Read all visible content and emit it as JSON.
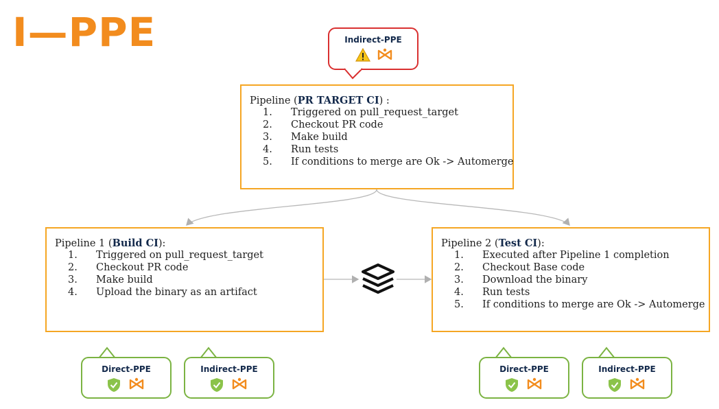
{
  "title": "I—PPE",
  "top_pipeline": {
    "head_prefix": "Pipeline (",
    "head_bold": "PR TARGET CI",
    "head_suffix": ")  :",
    "items": [
      {
        "num": "1.",
        "text": "Triggered on pull_request_target"
      },
      {
        "num": "2.",
        "text": "Checkout PR code"
      },
      {
        "num": "3.",
        "text": "Make build"
      },
      {
        "num": "4.",
        "text": "Run tests"
      },
      {
        "num": "5.",
        "text": "If conditions to merge are Ok -> Automerge"
      }
    ]
  },
  "pipeline1": {
    "head_prefix": "Pipeline 1 (",
    "head_bold": "Build CI",
    "head_suffix": "):",
    "items": [
      {
        "num": "1.",
        "text": "Triggered on pull_request_target"
      },
      {
        "num": "2.",
        "text": "Checkout PR code"
      },
      {
        "num": "3.",
        "text": "Make build"
      },
      {
        "num": "4.",
        "text": "Upload the binary as an artifact"
      }
    ]
  },
  "pipeline2": {
    "head_prefix": "Pipeline 2 (",
    "head_bold": "Test CI",
    "head_suffix": "):",
    "items": [
      {
        "num": "1.",
        "text": "Executed after Pipeline 1 completion"
      },
      {
        "num": "2.",
        "text": "Checkout Base code"
      },
      {
        "num": "3.",
        "text": "Download the binary"
      },
      {
        "num": "4.",
        "text": "Run tests"
      },
      {
        "num": "5.",
        "text": "If conditions to merge are Ok -> Automerge"
      }
    ]
  },
  "badges": {
    "top": {
      "label": "Indirect-PPE",
      "status_icon": "warning-icon",
      "tool_icon": "bowtie-icon"
    },
    "p1_direct": {
      "label": "Direct-PPE",
      "status_icon": "shield-check-icon",
      "tool_icon": "bowtie-icon"
    },
    "p1_indirect": {
      "label": "Indirect-PPE",
      "status_icon": "shield-check-icon",
      "tool_icon": "bowtie-icon"
    },
    "p2_direct": {
      "label": "Direct-PPE",
      "status_icon": "shield-check-icon",
      "tool_icon": "bowtie-icon"
    },
    "p2_indirect": {
      "label": "Indirect-PPE",
      "status_icon": "shield-check-icon",
      "tool_icon": "bowtie-icon"
    }
  },
  "artifact_icon": "stack-layers-icon",
  "colors": {
    "accent": "#f28c1e",
    "box_border": "#f5a623",
    "callout_border": "#d93030",
    "badge_border": "#7bb342",
    "label": "#13294b"
  }
}
